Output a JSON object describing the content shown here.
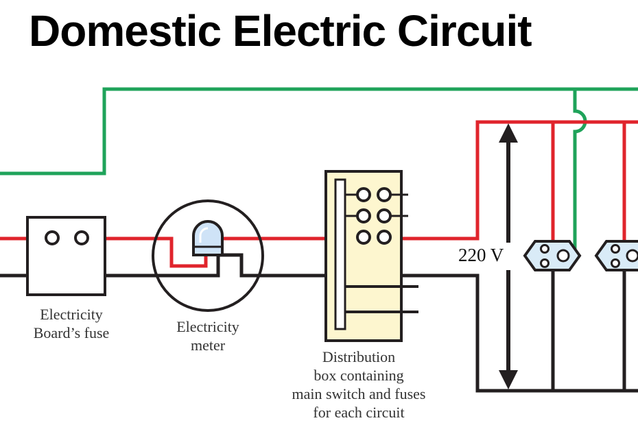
{
  "title": "Domestic Electric Circuit",
  "colors": {
    "earth_wire": "#1fa35a",
    "live_wire": "#e0242c",
    "neutral_wire": "#231f20",
    "box_fill": "#fdf6cf",
    "meter_dome": "#cfe3f7",
    "socket_fill": "#d9ebf7"
  },
  "labels": {
    "fuse": [
      "Electricity",
      "Board’s fuse"
    ],
    "meter": [
      "Electricity",
      "meter"
    ],
    "distribution": [
      "Distribution",
      "box containing",
      "main switch and fuses",
      "for each circuit"
    ],
    "voltage": "220 V"
  }
}
